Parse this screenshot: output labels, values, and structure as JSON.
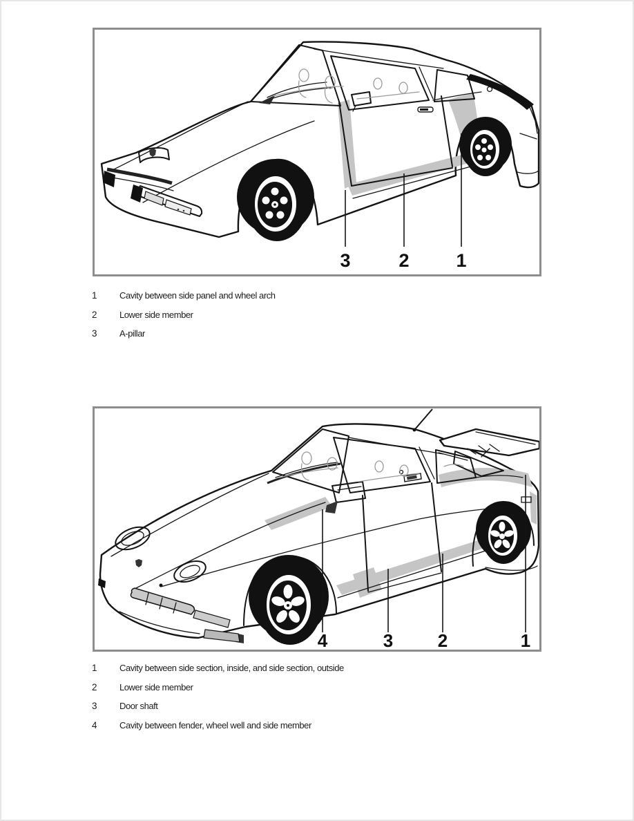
{
  "document": {
    "kind": "body-cavity-protection-diagrams",
    "colors": {
      "background": "#ffffff",
      "frame_border": "#8d8d8d",
      "highlight": "#c5c5c5",
      "line": "#141414"
    },
    "figures": [
      {
        "name": "porsche-924-cavity-areas",
        "callouts": [
          {
            "num": "3"
          },
          {
            "num": "2"
          },
          {
            "num": "1"
          }
        ],
        "legend": [
          {
            "num": "1",
            "text": "Cavity between side panel and wheel arch"
          },
          {
            "num": "2",
            "text": "Lower side member"
          },
          {
            "num": "3",
            "text": "A-pillar"
          }
        ]
      },
      {
        "name": "porsche-928-cavity-areas",
        "callouts": [
          {
            "num": "4"
          },
          {
            "num": "3"
          },
          {
            "num": "2"
          },
          {
            "num": "1"
          }
        ],
        "legend": [
          {
            "num": "1",
            "text": "Cavity between side section, inside, and side section, outside"
          },
          {
            "num": "2",
            "text": "Lower side member"
          },
          {
            "num": "3",
            "text": "Door shaft"
          },
          {
            "num": "4",
            "text": "Cavity between fender, wheel well and side member"
          }
        ]
      }
    ]
  }
}
